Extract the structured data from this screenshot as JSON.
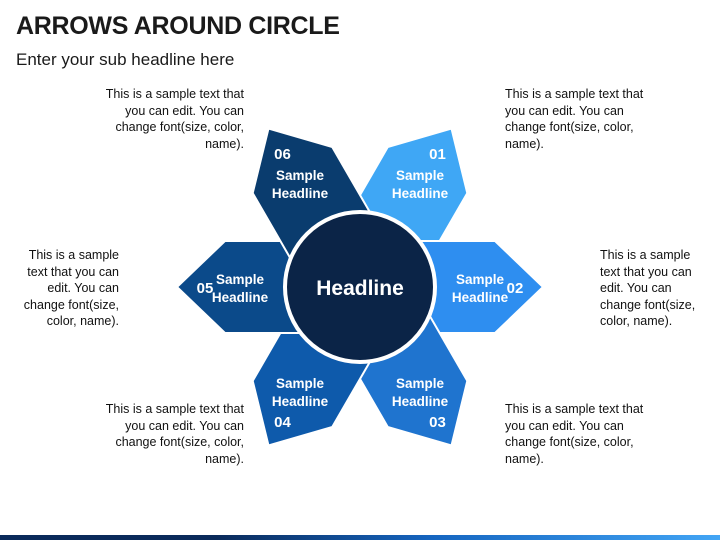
{
  "title": "ARROWS AROUND CIRCLE",
  "subtitle": "Enter your sub headline here",
  "center": {
    "label": "Headline",
    "color": "#0b2447"
  },
  "segments": [
    {
      "number": "01",
      "headline": [
        "Sample",
        "Headline"
      ],
      "color": "#3fa7f5",
      "ring_color": "#62b6f0",
      "text": "This is a sample text that you can edit. You can change font(size, color, name)."
    },
    {
      "number": "02",
      "headline": [
        "Sample",
        "Headline"
      ],
      "color": "#2e8ef0",
      "ring_color": "#4a9ae8",
      "text": "This is a sample text that you can edit. You can change font(size, color, name)."
    },
    {
      "number": "03",
      "headline": [
        "Sample",
        "Headline"
      ],
      "color": "#1f74cf",
      "ring_color": "#3a84d6",
      "text": "This is a sample text that you can edit. You can change font(size, color, name)."
    },
    {
      "number": "04",
      "headline": [
        "Sample",
        "Headline"
      ],
      "color": "#0e5aab",
      "ring_color": "#1a62b3",
      "text": "This is a sample text that you can edit. You can change font(size, color, name)."
    },
    {
      "number": "05",
      "headline": [
        "Sample",
        "Headline"
      ],
      "color": "#0b4a8a",
      "ring_color": "#0e4f92",
      "text": "This is a sample text that you can edit. You can change font(size, color, name)."
    },
    {
      "number": "06",
      "headline": [
        "Sample",
        "Headline"
      ],
      "color": "#0a3c6e",
      "ring_color": "#0c4376",
      "text": "This is a sample text that you can edit. You can change font(size, color, name)."
    }
  ]
}
